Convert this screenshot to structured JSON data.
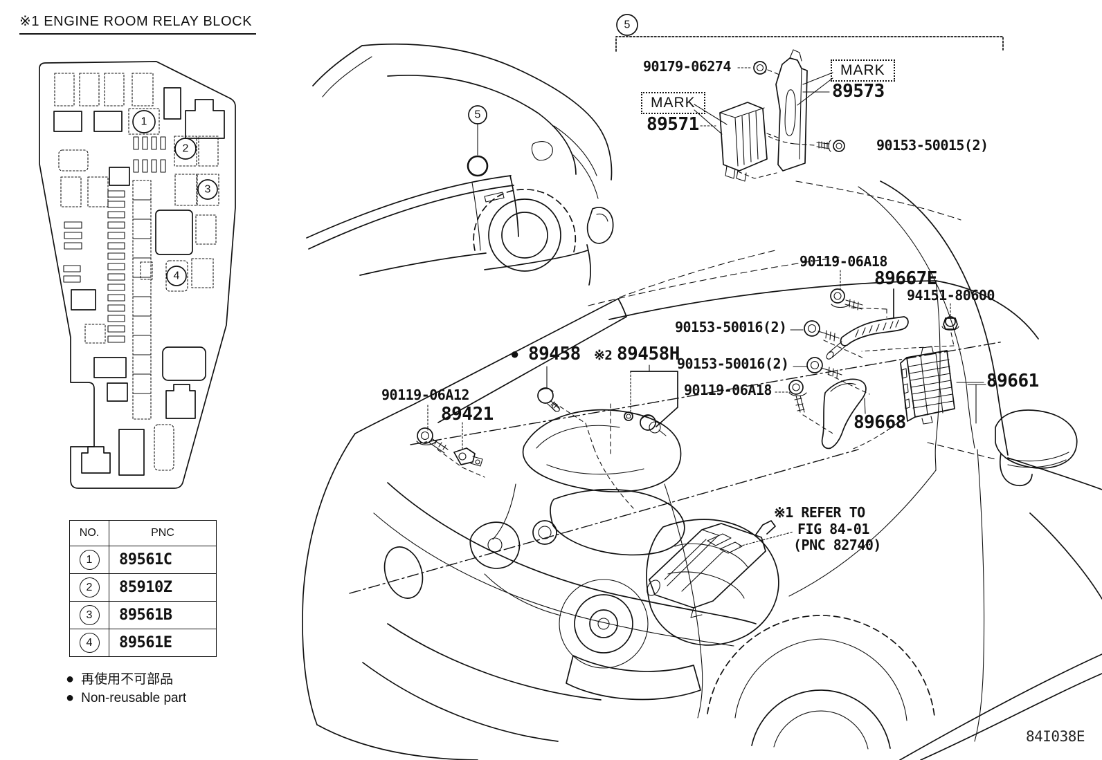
{
  "page": {
    "title": "※1 ENGINE ROOM RELAY BLOCK",
    "drawing_code": "84I038E",
    "line_color": "#111111",
    "bg_color": "#ffffff"
  },
  "relay_block": {
    "callouts": [
      "1",
      "2",
      "3",
      "4"
    ]
  },
  "pnc_table": {
    "headers": {
      "no": "NO.",
      "pnc": "PNC"
    },
    "rows": [
      {
        "no": "1",
        "pnc": "89561C"
      },
      {
        "no": "2",
        "pnc": "85910Z"
      },
      {
        "no": "3",
        "pnc": "89561B"
      },
      {
        "no": "4",
        "pnc": "89561E"
      }
    ]
  },
  "legend": {
    "bullet": "●",
    "jp": "再使用不可部品",
    "en": "Non-reusable part"
  },
  "sections": {
    "five": "5"
  },
  "labels": {
    "nut_upper": "90179-06274",
    "mark": "MARK",
    "bracket_upper": "89573",
    "transponder": "89571",
    "screw_upper": "90153-50015(2)",
    "bolt_a": "90119-06A18",
    "protector": "89667E",
    "nut_lower": "94151-80600",
    "screw_a": "90153-50016(2)",
    "screw_b": "90153-50016(2)",
    "bolt_b": "90119-06A18",
    "bullet": "●",
    "knock_sensor": "89458",
    "note2": "※2",
    "knock_sensor_sub": "89458H",
    "bolt_c": "90119-06A12",
    "cam_sensor": "89421",
    "ecu": "89661",
    "bracket_lower": "89668",
    "refer_1": "※1 REFER TO",
    "refer_2": "FIG 84-01",
    "refer_3": "(PNC 82740)"
  }
}
